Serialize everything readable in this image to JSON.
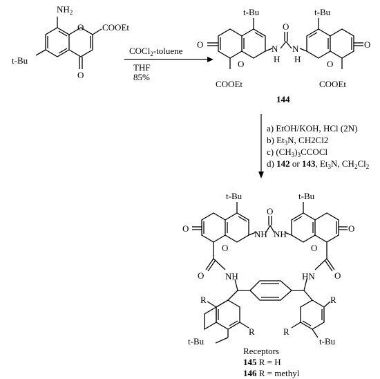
{
  "scheme": {
    "start_material": {
      "nh2": "NH",
      "nh2_sub": "2",
      "ester": "COOEt",
      "ring_o": "O",
      "keto_o": "O",
      "tbu": "t-Bu"
    },
    "step1": {
      "reagent_main": "COCl",
      "reagent_sub": "2",
      "reagent_tail": "-toluene",
      "solvent": "THF",
      "yield": "85%"
    },
    "urea_144": {
      "compound": "144",
      "tbu_left": "t-Bu",
      "tbu_right": "t-Bu",
      "urea_o": "O",
      "nh_left": "N",
      "nh_left_h": "H",
      "nh_right": "N",
      "nh_right_h": "H",
      "keto_left": "O",
      "keto_right": "O",
      "ring_o_left": "O",
      "ring_o_right": "O",
      "ester_left": "COOEt",
      "ester_right": "COOEt"
    },
    "step2": {
      "a": "a) EtOH/KOH, HCl (2N)",
      "b_prefix": "b) Et",
      "b_sub": "3",
      "b_tail": "N, CH2Cl2",
      "c_prefix": "c) (CH",
      "c_sub": "3",
      "c_tail": ")",
      "c_sub2": "3",
      "c_end": "CCOCl",
      "d_prefix": "d) ",
      "d_142": "142",
      "d_or": " or ",
      "d_143": "143",
      "d_et": ", Et",
      "d_sub1": "3",
      "d_n": "N, CH",
      "d_sub2": "2",
      "d_cl": "Cl",
      "d_sub3": "2"
    },
    "receptor": {
      "tbu_top_left": "t-Bu",
      "tbu_top_right": "t-Bu",
      "urea_o": "O",
      "nh_left": "NH",
      "nh_right": "NH",
      "keto_left": "O",
      "keto_right": "O",
      "ring_o_left": "O",
      "ring_o_right": "O",
      "amide_o_left": "O",
      "amide_o_right": "O",
      "amide_nh_left": "NH",
      "amide_nh_right": "HN",
      "r1": "R",
      "r2": "R",
      "r3": "R",
      "r4": "R",
      "tbu_bottom_left": "t-Bu",
      "tbu_bottom_right": "t-Bu",
      "caption_title": "Receptors",
      "caption_145_num": "145",
      "caption_145_text": " R = H",
      "caption_146_num": "146",
      "caption_146_text": " R = methyl"
    }
  }
}
